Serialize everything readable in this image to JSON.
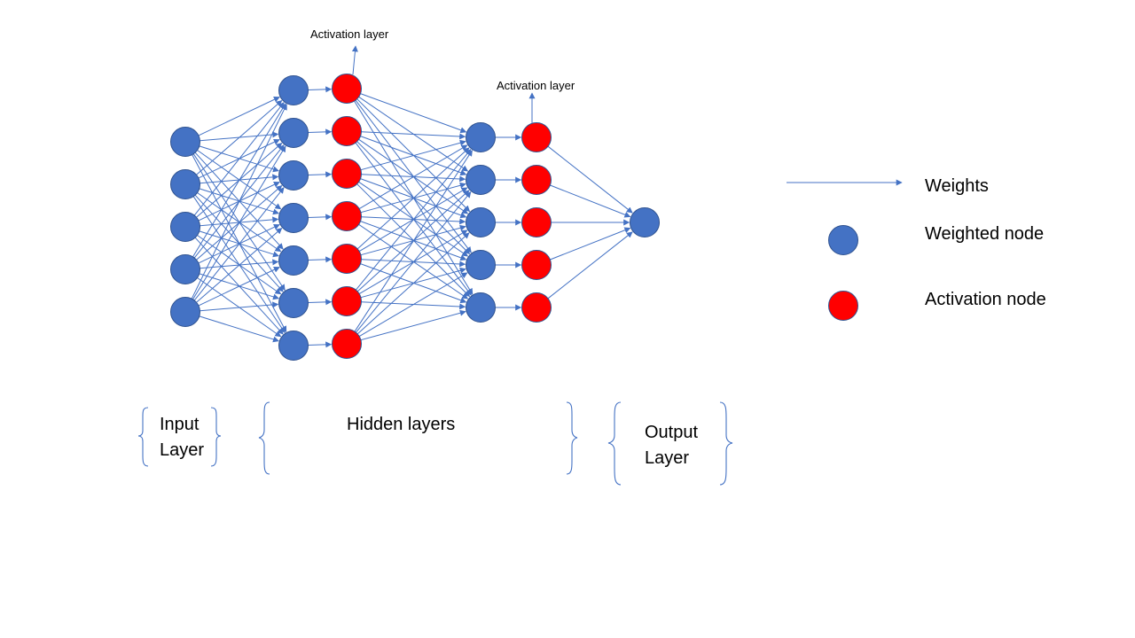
{
  "colors": {
    "weighted_node": "#4472C4",
    "activation_node": "#FF0000",
    "node_stroke": "#2F528F",
    "edge": "#4472C4"
  },
  "annotations": {
    "activation_layer_1": "Activation layer",
    "activation_layer_2": "Activation layer"
  },
  "legend": {
    "weights": "Weights",
    "weighted_node": "Weighted node",
    "activation_node": "Activation node"
  },
  "sections": {
    "input_line1": "Input",
    "input_line2": "Layer",
    "hidden": "Hidden layers",
    "output_line1": "Output",
    "output_line2": "Layer"
  },
  "network": {
    "input_nodes": 5,
    "hidden1_nodes": 7,
    "hidden2_nodes": 5,
    "output_nodes": 1
  }
}
